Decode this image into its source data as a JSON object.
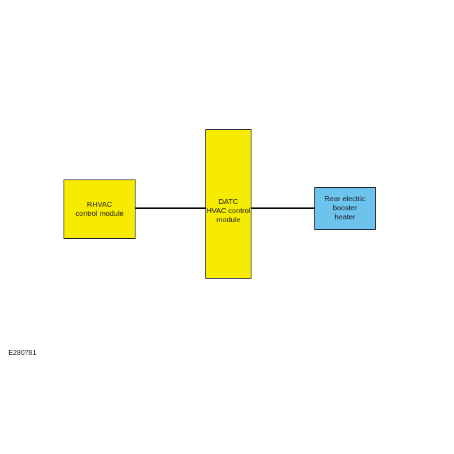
{
  "diagram": {
    "blocks": {
      "rhvac": {
        "lines": [
          "RHVAC",
          "control module"
        ],
        "fill": "#f7ec00"
      },
      "datc": {
        "lines": [
          "DATC",
          "HVAC control",
          "module"
        ],
        "fill": "#f7ec00"
      },
      "heater": {
        "lines": [
          "Rear electric",
          "booster",
          "heater"
        ],
        "fill": "#6cc3ee"
      }
    },
    "connections": [
      {
        "from": "RHVAC",
        "to": "DATC"
      },
      {
        "from": "DATC",
        "to": "Rear electric booster heater"
      }
    ],
    "figure_id": "E280781"
  }
}
